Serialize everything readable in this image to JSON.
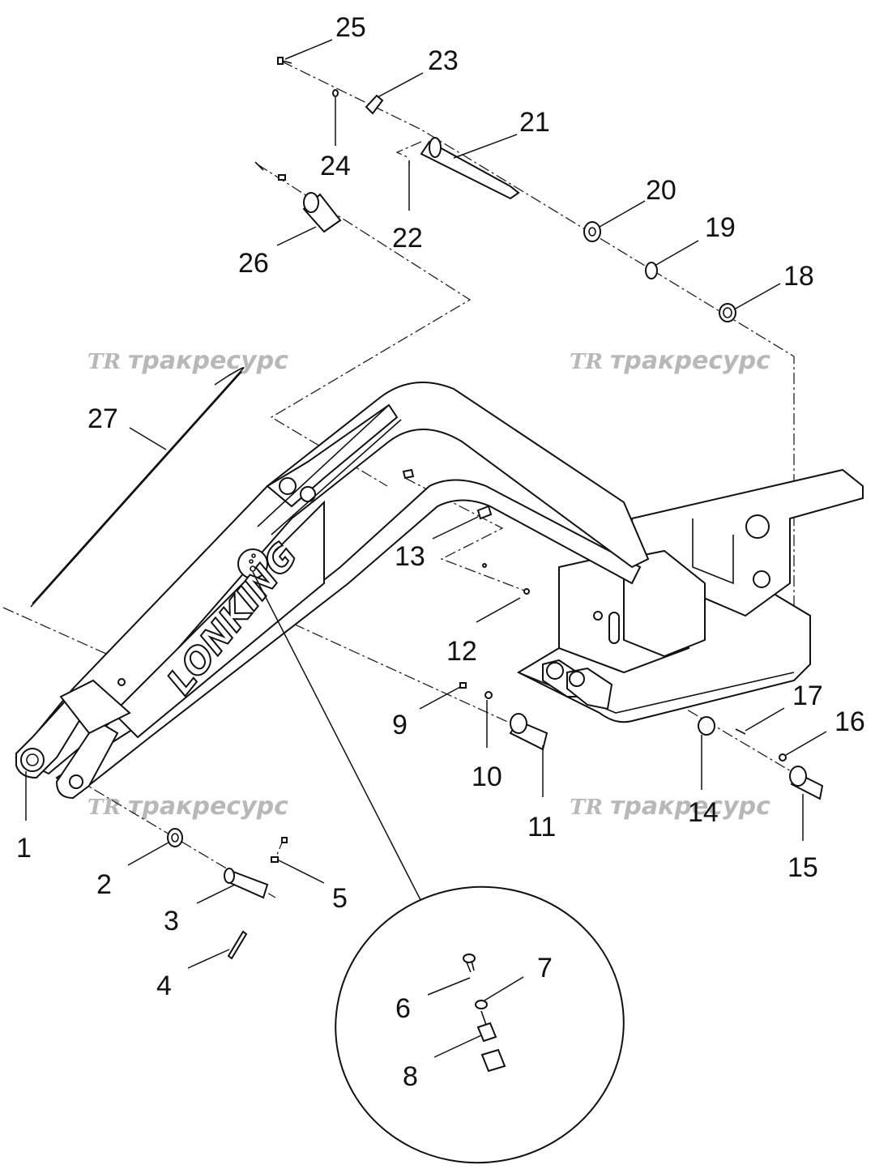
{
  "watermark": {
    "logo": "TR",
    "text": "тракресурс"
  },
  "frame_brand": "LONKING",
  "callouts": [
    {
      "id": "1",
      "label": "1"
    },
    {
      "id": "2",
      "label": "2"
    },
    {
      "id": "3",
      "label": "3"
    },
    {
      "id": "4",
      "label": "4"
    },
    {
      "id": "5",
      "label": "5"
    },
    {
      "id": "6",
      "label": "6"
    },
    {
      "id": "7",
      "label": "7"
    },
    {
      "id": "8",
      "label": "8"
    },
    {
      "id": "9",
      "label": "9"
    },
    {
      "id": "10",
      "label": "10"
    },
    {
      "id": "11",
      "label": "11"
    },
    {
      "id": "12",
      "label": "12"
    },
    {
      "id": "13",
      "label": "13"
    },
    {
      "id": "14",
      "label": "14"
    },
    {
      "id": "15",
      "label": "15"
    },
    {
      "id": "16",
      "label": "16"
    },
    {
      "id": "17",
      "label": "17"
    },
    {
      "id": "18",
      "label": "18"
    },
    {
      "id": "19",
      "label": "19"
    },
    {
      "id": "20",
      "label": "20"
    },
    {
      "id": "21",
      "label": "21"
    },
    {
      "id": "22",
      "label": "22"
    },
    {
      "id": "23",
      "label": "23"
    },
    {
      "id": "24",
      "label": "24"
    },
    {
      "id": "25",
      "label": "25"
    },
    {
      "id": "26",
      "label": "26"
    },
    {
      "id": "27",
      "label": "27"
    }
  ]
}
